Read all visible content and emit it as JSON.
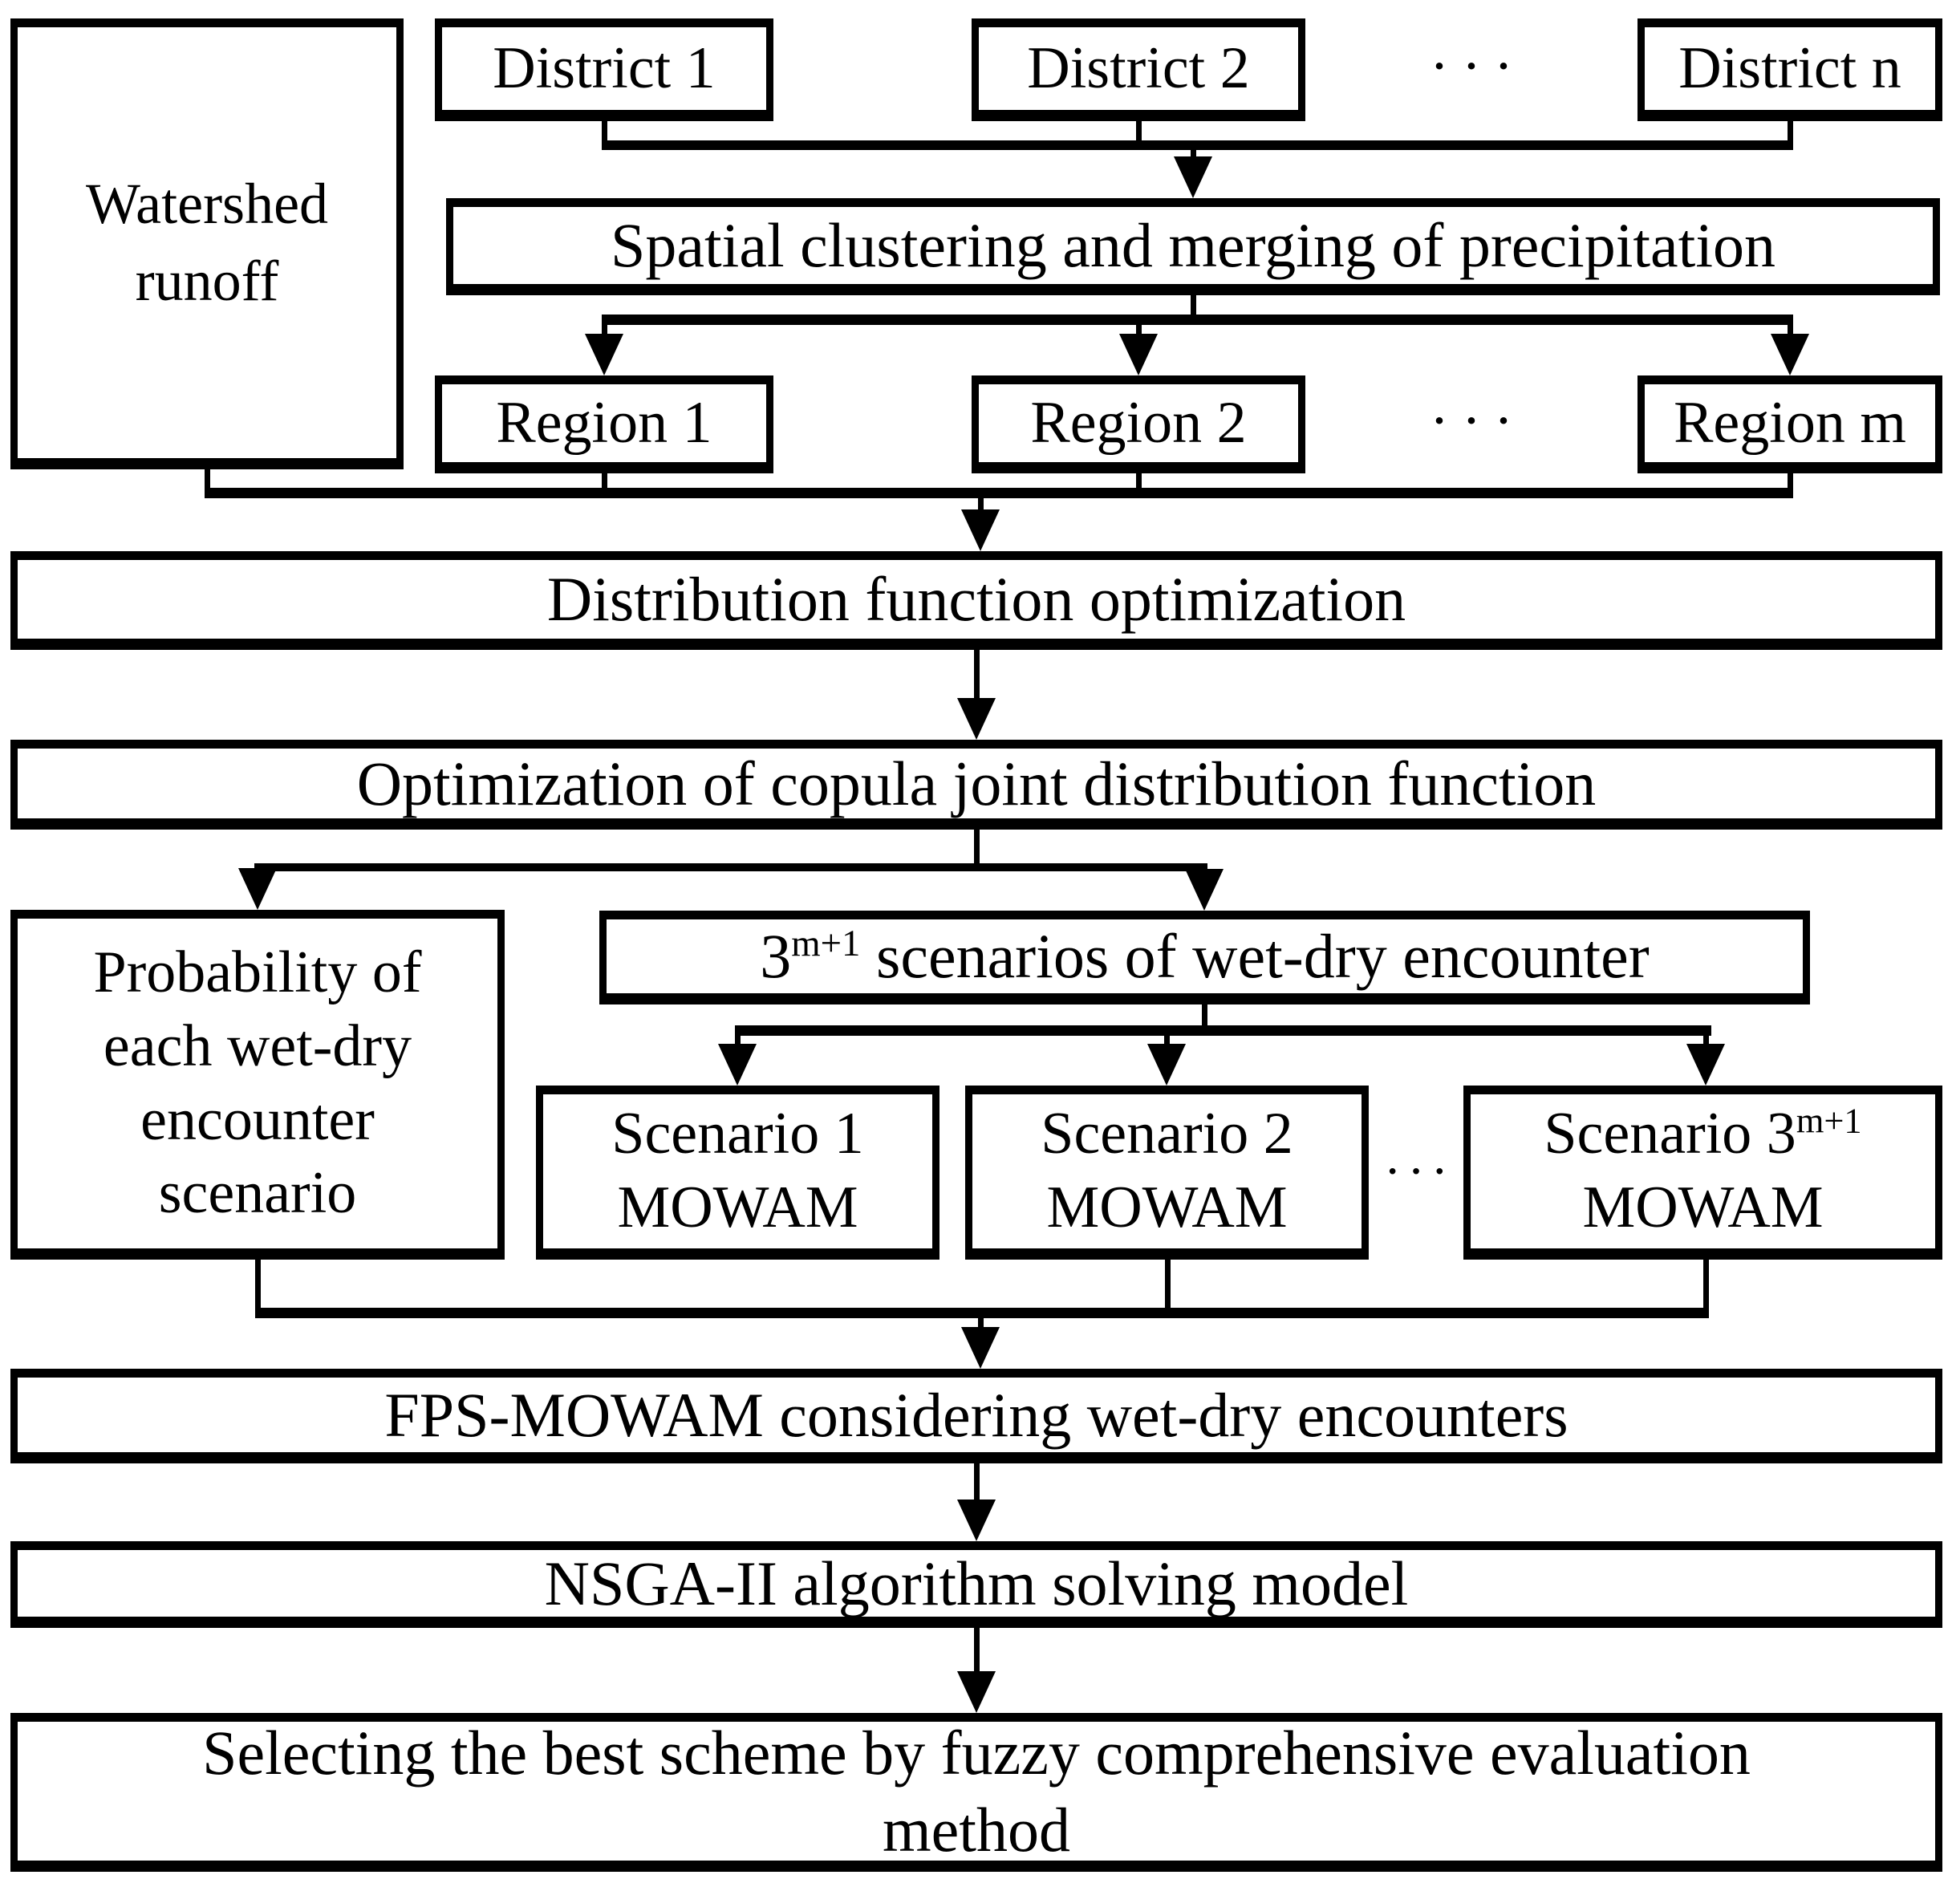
{
  "diagram": {
    "background": "#ffffff",
    "ink": "#000000",
    "boxes": {
      "watershed": {
        "lines": [
          "Watershed",
          "runoff"
        ]
      },
      "district_1": {
        "label": "District 1"
      },
      "district_2": {
        "label": "District 2"
      },
      "district_n": {
        "label": "District n"
      },
      "districts_ellipsis": "···",
      "spatial": {
        "label": "Spatial clustering and merging of precipitation"
      },
      "region_1": {
        "label": "Region 1"
      },
      "region_2": {
        "label": "Region 2"
      },
      "region_m": {
        "label": "Region m"
      },
      "regions_ellipsis": "···",
      "dist_func": {
        "label": "Distribution function optimization"
      },
      "copula": {
        "label": "Optimization of copula joint distribution function"
      },
      "probability": {
        "lines": [
          "Probability of",
          "each wet-dry",
          "encounter",
          "scenario"
        ]
      },
      "scenarios_header": {
        "base": "3",
        "sup": "m+1",
        "rest": " scenarios of wet-dry encounter"
      },
      "scenario_1": {
        "line1": "Scenario 1",
        "line2": "MOWAM"
      },
      "scenario_2": {
        "line1": "Scenario 2",
        "line2": "MOWAM"
      },
      "scenario_3": {
        "line1_base": "Scenario 3",
        "line1_sup": "m+1",
        "line2": "MOWAM"
      },
      "scenarios_ellipsis": "···",
      "fps": {
        "label": "FPS-MOWAM considering wet-dry encounters"
      },
      "nsga": {
        "label": "NSGA-II algorithm solving model"
      },
      "selecting": {
        "lines": [
          "Selecting the best scheme by fuzzy comprehensive evaluation",
          "method"
        ]
      }
    }
  }
}
